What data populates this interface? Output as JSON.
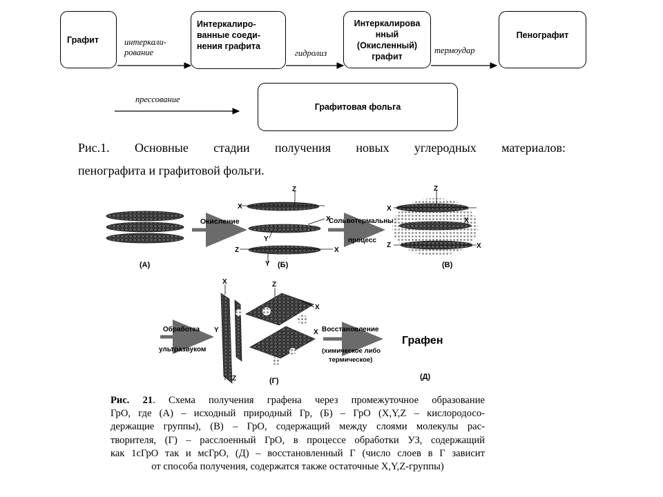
{
  "flowchart": {
    "boxes": {
      "graphite": "Графит",
      "intercalated_compounds": [
        "Интеркалиро-",
        "ванные соеди-",
        "нения графита"
      ],
      "intercalated_oxidized": [
        "Интеркалирова",
        "нный",
        "(Окисленный)",
        "графит"
      ],
      "foam_graphite": "Пенографит",
      "graphite_foil": "Графитовая фольга"
    },
    "arrow_labels": {
      "intercalation": [
        "интеркали-",
        "рование"
      ],
      "hydrolysis": "гидролиз",
      "thermal_shock": "термоудар",
      "pressing": "прессование"
    }
  },
  "figure1_caption": {
    "line1": "Рис.1. Основные стадии получения новых углеродных материалов:",
    "line2": "пенографита и графитовой фольги."
  },
  "scheme": {
    "step_labels": {
      "oxidation": "Окисление",
      "solvothermal_1": "Сольвотермальный",
      "solvothermal_2": "процесс",
      "ultrasound_1": "Обработка",
      "ultrasound_2": "ультразвуком",
      "reduction": "Восстановление",
      "reduction_note_1": "(химическое либо",
      "reduction_note_2": "термическое)",
      "product": "Графен"
    },
    "panel_labels": {
      "a": "(А)",
      "b": "(Б)",
      "v": "(В)",
      "g": "(Г)",
      "d": "(Д)"
    },
    "axis_labels": {
      "x": "X",
      "y": "Y",
      "z": "Z"
    }
  },
  "figure21_caption": {
    "prefix": "Рис. 21",
    "lines": [
      ". Схема получения графена через промежуточное образование",
      "ГрО, где (А) – исходный природный Гр, (Б) – ГрО (X,Y,Z – кислородосо-",
      "держащие группы), (В) – ГрО, содержащий между слоями молекулы рас-",
      "творителя, (Г) – расслоенный ГрО, в процессе обработки УЗ, содержащий",
      "как 1сГрО так и мсГрО, (Д) – восстановленный Г (число слоев в Г зависит",
      "от способа получения, содержатся также остаточные X,Y,Z-группы)"
    ]
  }
}
